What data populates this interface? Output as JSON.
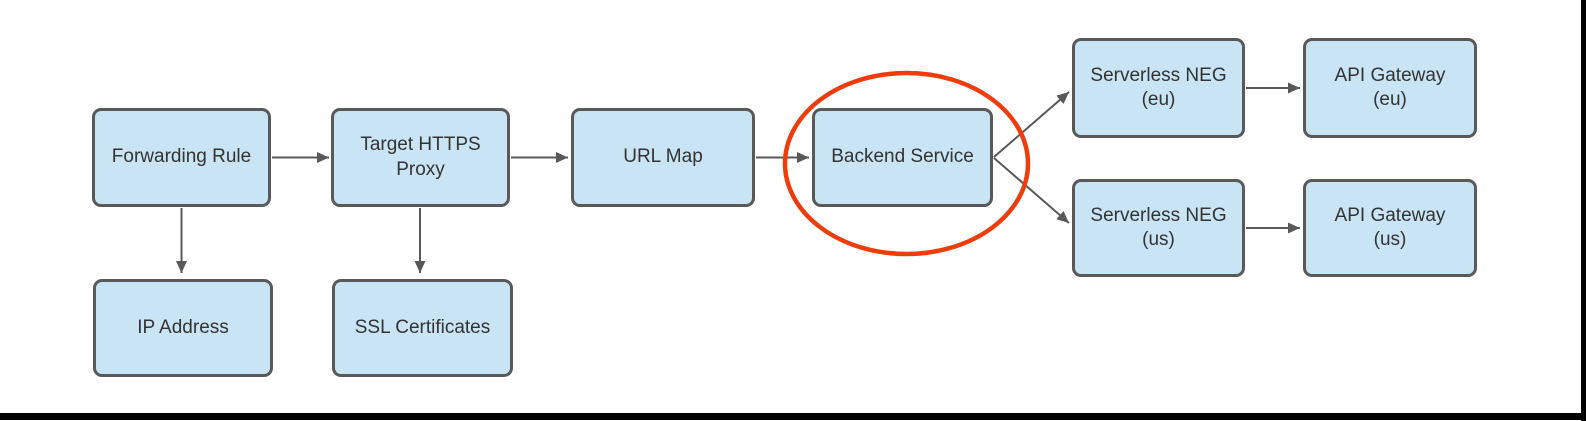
{
  "diagram_title": "HTTPS load balancer with serverless NEG backends (flow diagram)",
  "nodes": {
    "forwarding_rule": {
      "label": "Forwarding Rule"
    },
    "target_https_proxy": {
      "label": "Target HTTPS\nProxy"
    },
    "url_map": {
      "label": "URL Map"
    },
    "backend_service": {
      "label": "Backend Service",
      "highlighted": true
    },
    "serverless_neg_eu": {
      "label": "Serverless NEG\n(eu)"
    },
    "api_gateway_eu": {
      "label": "API Gateway\n(eu)"
    },
    "serverless_neg_us": {
      "label": "Serverless NEG\n(us)"
    },
    "api_gateway_us": {
      "label": "API Gateway\n(us)"
    },
    "ip_address": {
      "label": "IP Address"
    },
    "ssl_certificates": {
      "label": "SSL Certificates"
    }
  },
  "edges": [
    {
      "from": "forwarding_rule",
      "to": "target_https_proxy",
      "direction": "right"
    },
    {
      "from": "target_https_proxy",
      "to": "url_map",
      "direction": "right"
    },
    {
      "from": "url_map",
      "to": "backend_service",
      "direction": "right"
    },
    {
      "from": "backend_service",
      "to": "serverless_neg_eu",
      "direction": "up-right"
    },
    {
      "from": "backend_service",
      "to": "serverless_neg_us",
      "direction": "down-right"
    },
    {
      "from": "serverless_neg_eu",
      "to": "api_gateway_eu",
      "direction": "right"
    },
    {
      "from": "serverless_neg_us",
      "to": "api_gateway_us",
      "direction": "right"
    },
    {
      "from": "forwarding_rule",
      "to": "ip_address",
      "direction": "down"
    },
    {
      "from": "target_https_proxy",
      "to": "ssl_certificates",
      "direction": "down"
    }
  ],
  "annotations": [
    {
      "type": "ellipse-highlight",
      "around": "backend_service",
      "color": "#ee3d0c"
    }
  ],
  "colors": {
    "background": "#ffffff",
    "node_fill": "#c9e4f5",
    "node_border": "#595959",
    "arrow": "#595959",
    "text": "#333333",
    "highlight_ellipse": "#ee3d0c",
    "frame_edge": "#000000"
  }
}
